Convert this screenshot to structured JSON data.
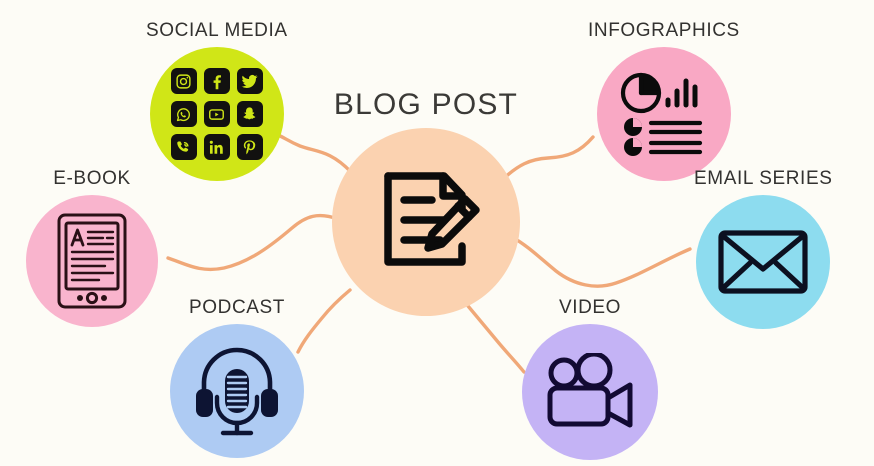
{
  "diagram": {
    "background_color": "#fdfcf6",
    "connector_color": "#f0a878",
    "center": {
      "label": "BLOG POST",
      "icon": "document-pencil-icon",
      "circle_color": "#fbd2b0",
      "icon_color": "#0b0b0b"
    },
    "nodes": [
      {
        "id": "social-media",
        "label": "SOCIAL MEDIA",
        "icon": "social-media-grid-icon",
        "circle_color": "#d0e617",
        "icon_color": "#121110",
        "sub_icons": [
          "instagram-icon",
          "facebook-icon",
          "twitter-icon",
          "whatsapp-icon",
          "youtube-icon",
          "snapchat-icon",
          "viber-phone-icon",
          "linkedin-icon",
          "pinterest-icon"
        ]
      },
      {
        "id": "infographics",
        "label": "INFOGRAPHICS",
        "icon": "pie-bar-chart-icon",
        "circle_color": "#f9a8c4",
        "icon_color": "#0b0b0b"
      },
      {
        "id": "e-book",
        "label": "E-BOOK",
        "icon": "e-reader-tablet-icon",
        "circle_color": "#f9b4cd",
        "icon_color": "#2a1016"
      },
      {
        "id": "email-series",
        "label": "EMAIL SERIES",
        "icon": "envelope-icon",
        "circle_color": "#8ddcef",
        "icon_color": "#0c1020"
      },
      {
        "id": "podcast",
        "label": "PODCAST",
        "icon": "microphone-headphones-icon",
        "circle_color": "#aecbf3",
        "icon_color": "#0d1433"
      },
      {
        "id": "video",
        "label": "VIDEO",
        "icon": "movie-camera-icon",
        "circle_color": "#c4b3f5",
        "icon_color": "#120a33"
      }
    ]
  }
}
